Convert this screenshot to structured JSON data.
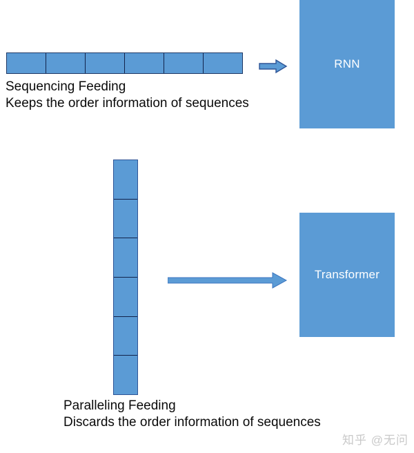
{
  "figure": {
    "title": "RNN vs Transformer input feeding comparison",
    "colors": {
      "block_fill": "#5B9BD5",
      "block_border_dark": "#1F3864",
      "cell_divider": "#11224A",
      "arrow_fill": "#5B9BD5",
      "arrow_stroke": "#2E5496",
      "text": "#0A0A0A",
      "model_label": "#FFFFFF",
      "watermark": "#C9C9C9",
      "background": "#FFFFFF"
    }
  },
  "top_panel": {
    "sequence_row": {
      "name": "horizontal-token-strip",
      "cell_count": 6,
      "orientation": "horizontal",
      "cells": [
        "",
        "",
        "",
        "",
        "",
        ""
      ]
    },
    "arrow": {
      "name": "arrow-to-rnn",
      "direction": "right",
      "style": "outlined"
    },
    "model": {
      "label": "RNN"
    },
    "caption": {
      "line1": "Sequencing Feeding",
      "line2": "Keeps the order information of sequences"
    }
  },
  "bottom_panel": {
    "sequence_column": {
      "name": "vertical-token-strip",
      "cell_count": 6,
      "orientation": "vertical",
      "cells": [
        "",
        "",
        "",
        "",
        "",
        ""
      ]
    },
    "arrow": {
      "name": "arrow-to-transformer",
      "direction": "right",
      "style": "solid"
    },
    "model": {
      "label": "Transformer"
    },
    "caption": {
      "line1": "Paralleling Feeding",
      "line2": "Discards the order information of sequences"
    }
  },
  "watermark": {
    "text": "知乎 @无问"
  }
}
